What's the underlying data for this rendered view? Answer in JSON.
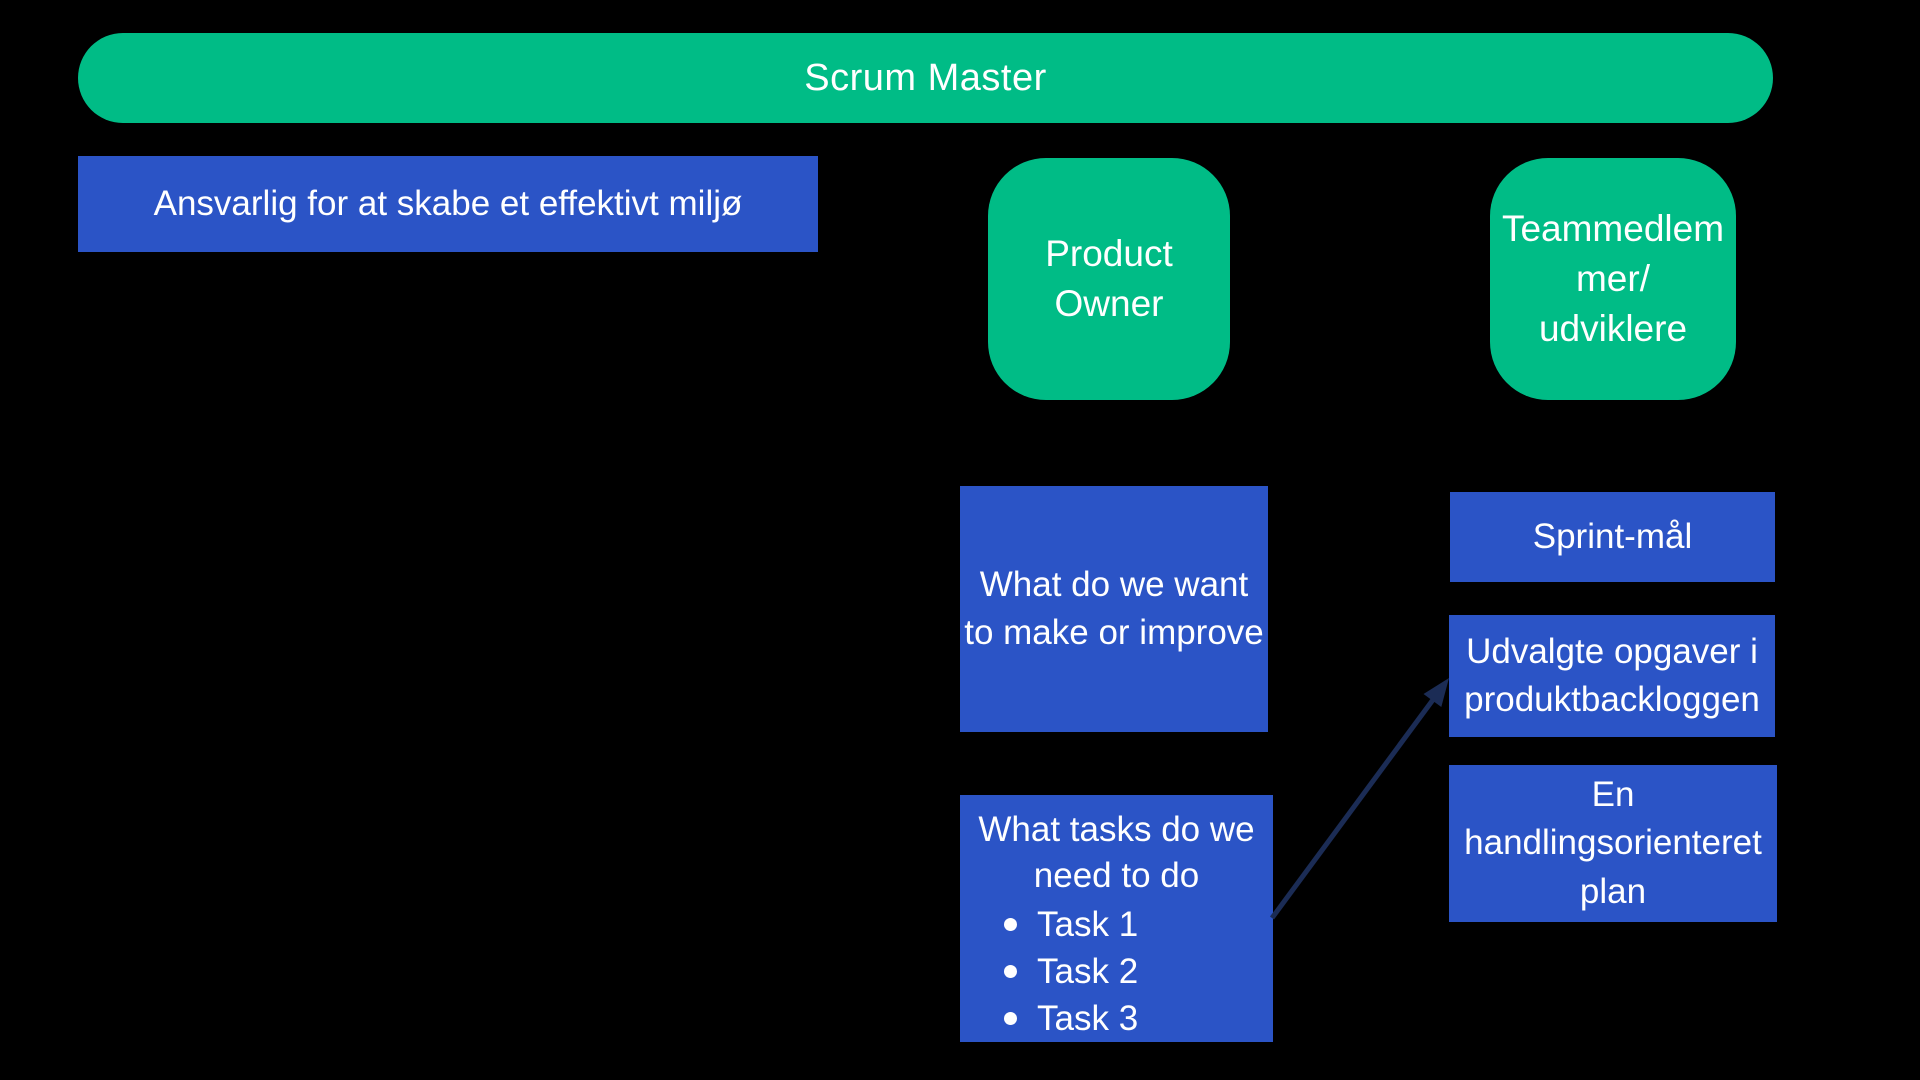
{
  "colors": {
    "background": "#000000",
    "green": "#00bc86",
    "blue": "#2b54c6",
    "arrow": "#1b2c55",
    "text_on_shapes": "#ffffff"
  },
  "banner": {
    "label": "Scrum Master"
  },
  "scrum_master_note": {
    "text": "Ansvarlig for at skabe et effektivt miljø"
  },
  "nodes": {
    "product_owner": {
      "label": "Product\nOwner"
    },
    "team": {
      "label": "Teammedlem\nmer/\nudviklere"
    }
  },
  "boxes": {
    "what_want": {
      "text": "What do we want\nto make or improve"
    },
    "sprint_goal": {
      "text": "Sprint-mål"
    },
    "selected_backlog": {
      "text": "Udvalgte opgaver i\nproduktbackloggen"
    },
    "action_plan": {
      "text": "En\nhandlingsorienteret\nplan"
    },
    "what_tasks": {
      "heading": "What tasks do we\nneed to do",
      "tasks": [
        "Task 1",
        "Task 2",
        "Task 3"
      ]
    }
  },
  "arrow": {
    "from": "what_tasks",
    "to": "selected_backlog"
  }
}
